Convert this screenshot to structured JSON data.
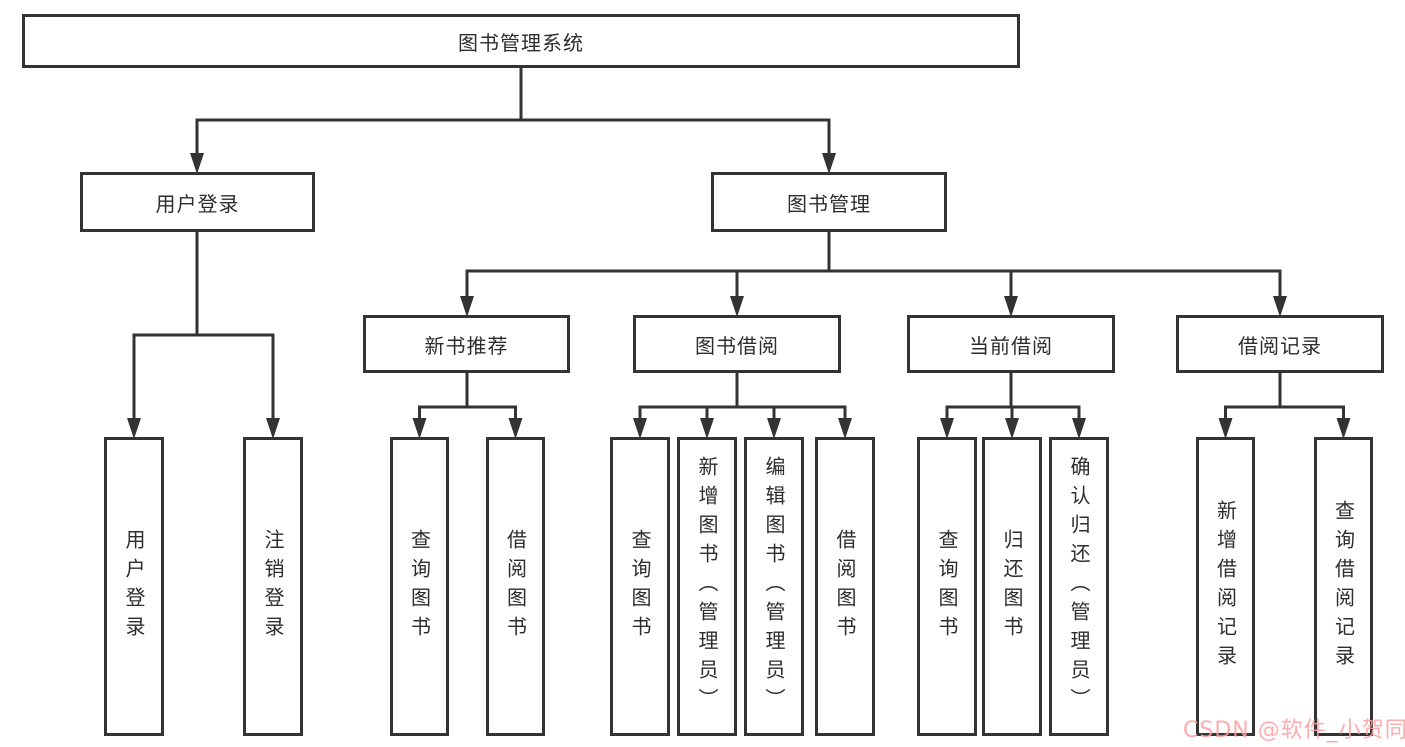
{
  "diagram": {
    "root": "图书管理系统",
    "branches": [
      {
        "label": "用户登录",
        "children": [
          "用户登录",
          "注销登录"
        ]
      },
      {
        "label": "图书管理",
        "groups": [
          {
            "label": "新书推荐",
            "children": [
              "查询图书",
              "借阅图书"
            ]
          },
          {
            "label": "图书借阅",
            "children": [
              "查询图书",
              "新增图书（管理员）",
              "编辑图书（管理员）",
              "借阅图书"
            ]
          },
          {
            "label": "当前借阅",
            "children": [
              "查询图书",
              "归还图书",
              "确认归还（管理员）"
            ]
          },
          {
            "label": "借阅记录",
            "children": [
              "新增借阅记录",
              "查询借阅记录"
            ]
          }
        ]
      }
    ]
  },
  "watermark": {
    "text": "CSDN @软件_小贺同学"
  },
  "colors": {
    "line": "#333333",
    "box_border": "#333333",
    "background": "#ffffff",
    "watermark": "#ff9e9e"
  }
}
